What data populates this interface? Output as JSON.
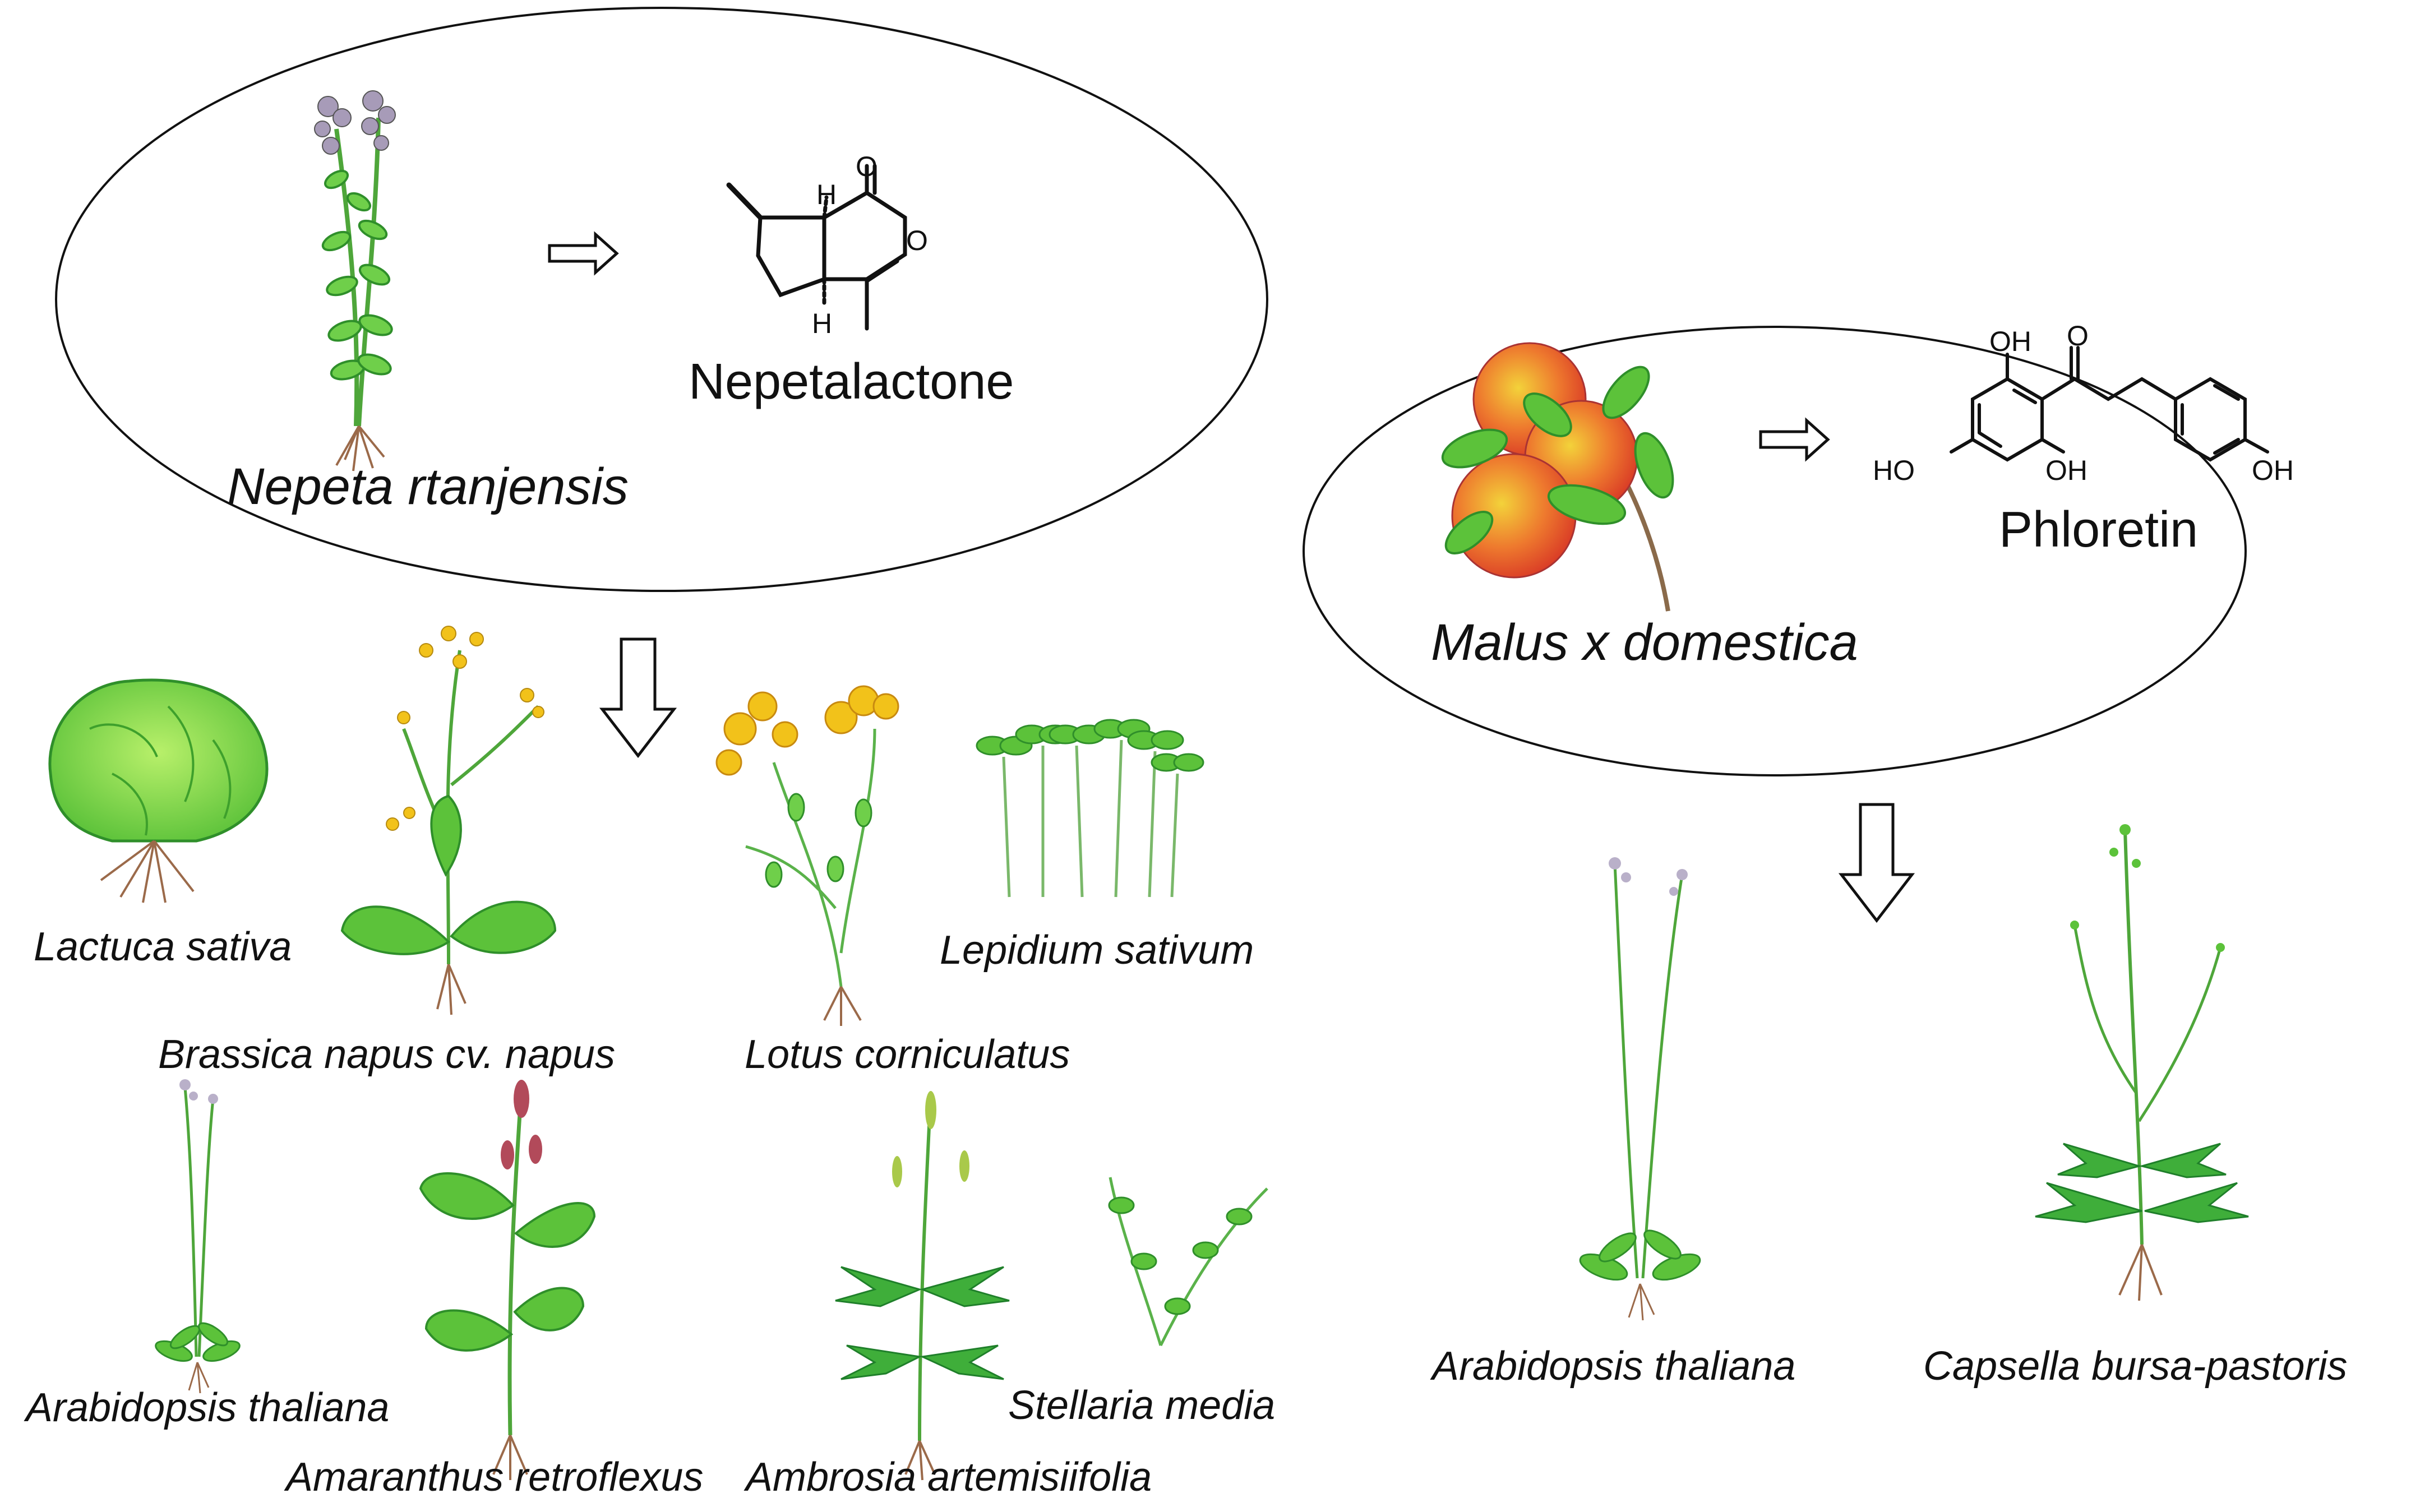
{
  "groups": [
    {
      "source_species": "Nepeta rtanjensis",
      "compound": "Nepetalactone",
      "target_species": [
        "Lactuca sativa",
        "Brassica napus cv. napus",
        "Lotus corniculatus",
        "Lepidium sativum",
        "Arabidopsis thaliana",
        "Amaranthus retroflexus",
        "Ambrosia artemisiifolia",
        "Stellaria media"
      ],
      "structure_labels": {
        "carbonyl_o": "O",
        "ring_o": "O",
        "h_top": "H",
        "h_bottom": "H"
      }
    },
    {
      "source_species": "Malus x domestica",
      "compound": "Phloretin",
      "target_species": [
        "Arabidopsis thaliana",
        "Capsella bursa-pastoris"
      ],
      "structure_labels": {
        "oh_top": "OH",
        "carbonyl_o": "O",
        "ho_left": "HO",
        "oh_mid": "OH",
        "oh_right": "OH"
      }
    }
  ],
  "colors": {
    "outline": "#111111",
    "leaf": "#5cc23a",
    "leaf_dark": "#2f8f2a",
    "flower_yellow": "#f2c21a",
    "flower_purple": "#a79bb8",
    "apple_red": "#e8452e",
    "apple_yellow": "#f3d23a",
    "root": "#9b6a4a"
  }
}
